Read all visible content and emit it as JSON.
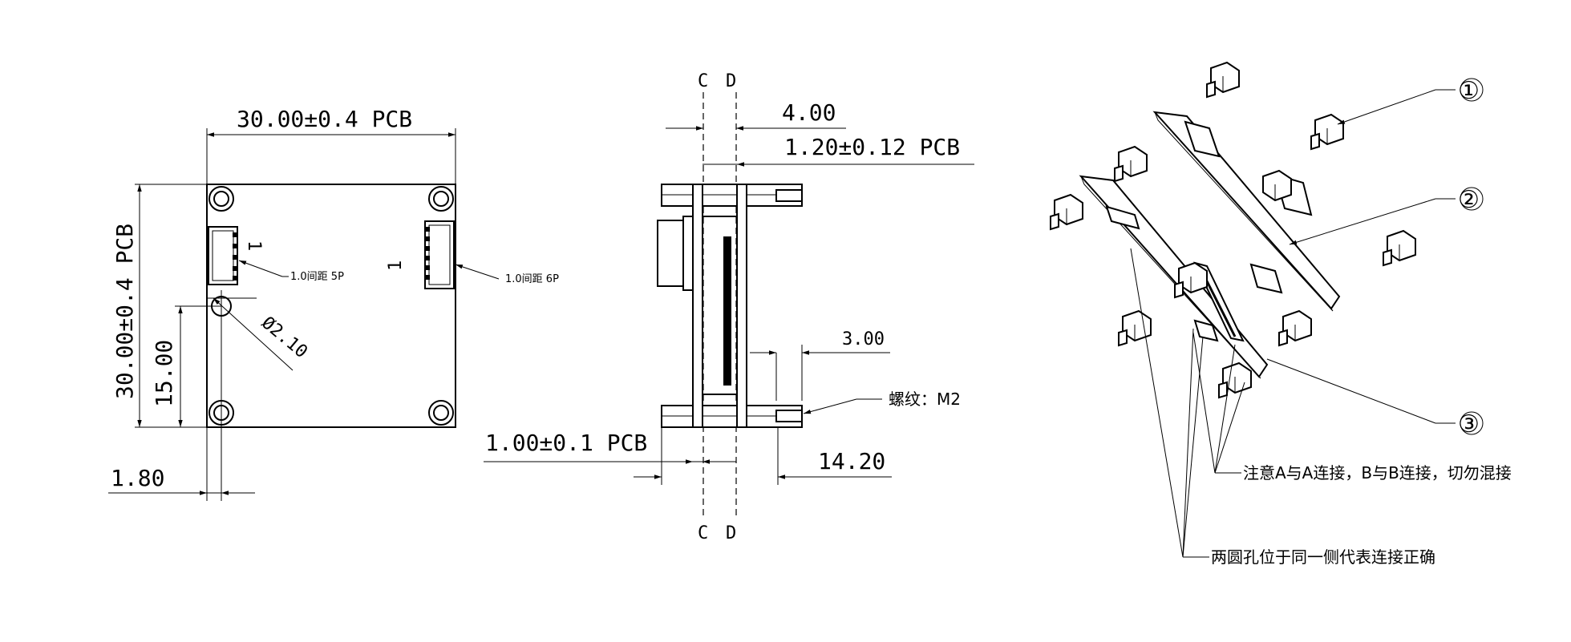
{
  "top_view": {
    "width_dim": "30.00±0.4 PCB",
    "height_dim": "30.00±0.4 PCB",
    "hole_y_dim": "15.00",
    "hole_x_dim": "1.80",
    "hole_dia": "Ø2.10",
    "conn_left_note": "1.0间距 5P",
    "conn_right_note": "1.0间距 6P",
    "pin1_left": "1",
    "pin1_right": "1"
  },
  "side_view": {
    "section_top_c": "C",
    "section_top_d": "D",
    "section_bottom_c": "C",
    "section_bottom_d": "D",
    "dim_gap": "4.00",
    "dim_thickness": "1.20±0.12 PCB",
    "dim_standoff": "3.00",
    "thread_note": "螺纹：M2",
    "dim_bottom_pcb": "1.00±0.1 PCB",
    "dim_total": "14.20"
  },
  "exploded_view": {
    "callout_1": "①",
    "callout_2": "②",
    "callout_3": "③",
    "note_ab": "注意A与A连接，B与B连接，切勿混接",
    "note_holes": "两圆孔位于同一侧代表连接正确"
  }
}
